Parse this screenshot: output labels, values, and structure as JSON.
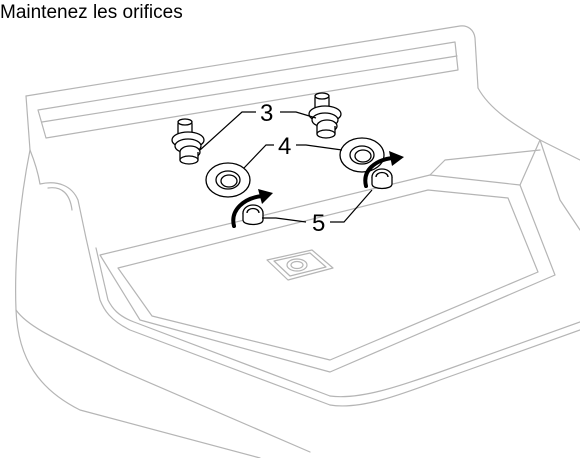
{
  "heading": "Maintenez les orifices",
  "callouts": {
    "c3": "3",
    "c4": "4",
    "c5": "5"
  },
  "colors": {
    "sink_outline": "#b5b5b5",
    "part_outline": "#000000",
    "arrow": "#000000"
  },
  "icons": {
    "valve": "valve-cartridge-icon",
    "escutcheon": "escutcheon-ring-icon",
    "nut": "mounting-nut-icon",
    "arrow": "rotation-arrow-icon"
  }
}
